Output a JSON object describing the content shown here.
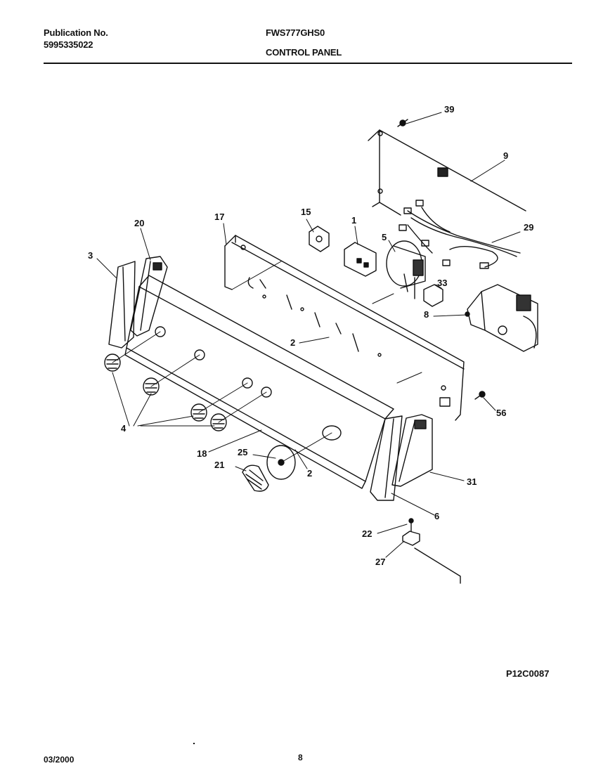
{
  "header": {
    "publication_label": "Publication No.",
    "publication_number": "5995335022",
    "model": "FWS777GHS0",
    "section_title": "CONTROL PANEL"
  },
  "diagram": {
    "part_labels": [
      "39",
      "9",
      "29",
      "15",
      "1",
      "17",
      "20",
      "3",
      "5",
      "33",
      "8",
      "2",
      "56",
      "4",
      "18",
      "25",
      "21",
      "2",
      "31",
      "6",
      "22",
      "27"
    ]
  },
  "figure_code": "P12C0087",
  "footer": {
    "date": "03/2000",
    "page": "8"
  }
}
